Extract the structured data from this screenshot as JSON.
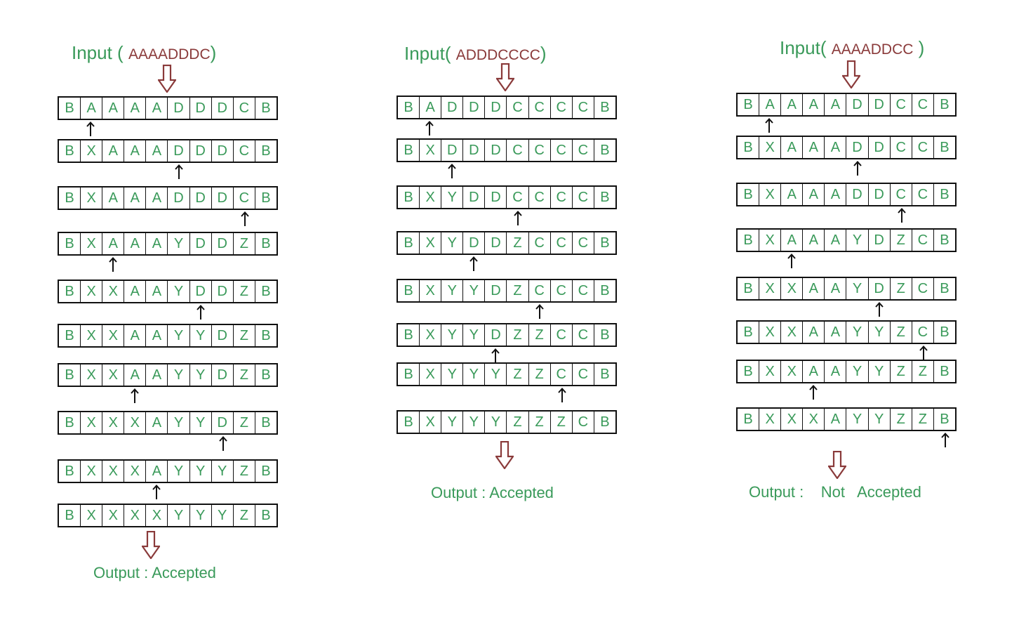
{
  "colors": {
    "label_green": "#3a9a5a",
    "input_string_red": "#8a3a3a",
    "big_arrow": "#8a3a3a",
    "tape_border": "#111111"
  },
  "machines": [
    {
      "input_prefix": "Input (",
      "input_string": "AAAADDDC",
      "input_suffix": ")",
      "output_prefix": "Output :",
      "output_result": "Accepted",
      "tapes": [
        {
          "cells": [
            "B",
            "A",
            "A",
            "A",
            "A",
            "D",
            "D",
            "D",
            "C",
            "B"
          ],
          "head": 1
        },
        {
          "cells": [
            "B",
            "X",
            "A",
            "A",
            "A",
            "D",
            "D",
            "D",
            "C",
            "B"
          ],
          "head": 5
        },
        {
          "cells": [
            "B",
            "X",
            "A",
            "A",
            "A",
            "D",
            "D",
            "D",
            "C",
            "B"
          ],
          "head": 8
        },
        {
          "cells": [
            "B",
            "X",
            "A",
            "A",
            "A",
            "Y",
            "D",
            "D",
            "Z",
            "B"
          ],
          "head": 2
        },
        {
          "cells": [
            "B",
            "X",
            "X",
            "A",
            "A",
            "Y",
            "D",
            "D",
            "Z",
            "B"
          ],
          "head": 6
        },
        {
          "cells": [
            "B",
            "X",
            "X",
            "A",
            "A",
            "Y",
            "Y",
            "D",
            "Z",
            "B"
          ],
          "head": null
        },
        {
          "cells": [
            "B",
            "X",
            "X",
            "A",
            "A",
            "Y",
            "Y",
            "D",
            "Z",
            "B"
          ],
          "head": 3
        },
        {
          "cells": [
            "B",
            "X",
            "X",
            "X",
            "A",
            "Y",
            "Y",
            "D",
            "Z",
            "B"
          ],
          "head": 7
        },
        {
          "cells": [
            "B",
            "X",
            "X",
            "X",
            "A",
            "Y",
            "Y",
            "Y",
            "Z",
            "B"
          ],
          "head": 4
        },
        {
          "cells": [
            "B",
            "X",
            "X",
            "X",
            "X",
            "Y",
            "Y",
            "Y",
            "Z",
            "B"
          ],
          "head": null
        }
      ]
    },
    {
      "input_prefix": "Input(",
      "input_string": "ADDDCCCC",
      "input_suffix": ")",
      "output_prefix": "Output :",
      "output_result": "Accepted",
      "tapes": [
        {
          "cells": [
            "B",
            "A",
            "D",
            "D",
            "D",
            "C",
            "C",
            "C",
            "C",
            "B"
          ],
          "head": 1
        },
        {
          "cells": [
            "B",
            "X",
            "D",
            "D",
            "D",
            "C",
            "C",
            "C",
            "C",
            "B"
          ],
          "head": 2
        },
        {
          "cells": [
            "B",
            "X",
            "Y",
            "D",
            "D",
            "C",
            "C",
            "C",
            "C",
            "B"
          ],
          "head": 5
        },
        {
          "cells": [
            "B",
            "X",
            "Y",
            "D",
            "D",
            "Z",
            "C",
            "C",
            "C",
            "B"
          ],
          "head": 3
        },
        {
          "cells": [
            "B",
            "X",
            "Y",
            "Y",
            "D",
            "Z",
            "C",
            "C",
            "C",
            "B"
          ],
          "head": 6
        },
        {
          "cells": [
            "B",
            "X",
            "Y",
            "Y",
            "D",
            "Z",
            "Z",
            "C",
            "C",
            "B"
          ],
          "head": 4
        },
        {
          "cells": [
            "B",
            "X",
            "Y",
            "Y",
            "Y",
            "Z",
            "Z",
            "C",
            "C",
            "B"
          ],
          "head": 7
        },
        {
          "cells": [
            "B",
            "X",
            "Y",
            "Y",
            "Y",
            "Z",
            "Z",
            "Z",
            "C",
            "B"
          ],
          "head": null
        }
      ]
    },
    {
      "input_prefix": "Input(",
      "input_string": "AAAADDCC",
      "input_suffix": ")",
      "output_prefix": "Output :",
      "output_result": "Not   Accepted",
      "tapes": [
        {
          "cells": [
            "B",
            "A",
            "A",
            "A",
            "A",
            "D",
            "D",
            "C",
            "C",
            "B"
          ],
          "head": 1
        },
        {
          "cells": [
            "B",
            "X",
            "A",
            "A",
            "A",
            "D",
            "D",
            "C",
            "C",
            "B"
          ],
          "head": 5
        },
        {
          "cells": [
            "B",
            "X",
            "A",
            "A",
            "A",
            "D",
            "D",
            "C",
            "C",
            "B"
          ],
          "head": 7
        },
        {
          "cells": [
            "B",
            "X",
            "A",
            "A",
            "A",
            "Y",
            "D",
            "Z",
            "C",
            "B"
          ],
          "head": 2
        },
        {
          "cells": [
            "B",
            "X",
            "X",
            "A",
            "A",
            "Y",
            "D",
            "Z",
            "C",
            "B"
          ],
          "head": 6
        },
        {
          "cells": [
            "B",
            "X",
            "X",
            "A",
            "A",
            "Y",
            "Y",
            "Z",
            "C",
            "B"
          ],
          "head": 8
        },
        {
          "cells": [
            "B",
            "X",
            "X",
            "A",
            "A",
            "Y",
            "Y",
            "Z",
            "Z",
            "B"
          ],
          "head": 3
        },
        {
          "cells": [
            "B",
            "X",
            "X",
            "X",
            "A",
            "Y",
            "Y",
            "Z",
            "Z",
            "B"
          ],
          "head": 9
        }
      ]
    }
  ]
}
